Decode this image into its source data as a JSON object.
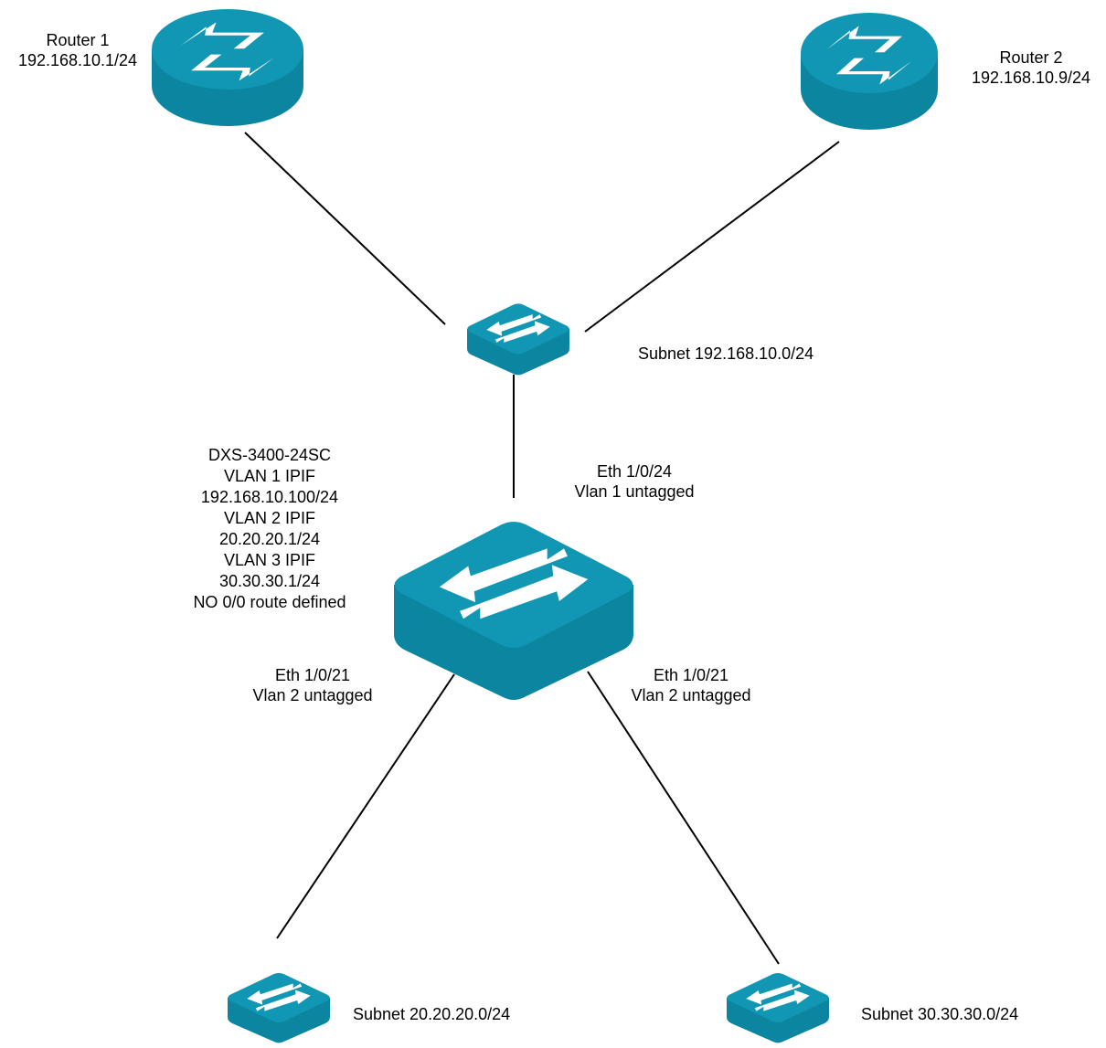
{
  "colors": {
    "device_top": "#1196b3",
    "device_side": "#0c85a1",
    "arrow": "#ffffff",
    "link": "#000000"
  },
  "router1": {
    "name": "Router 1",
    "ip": "192.168.10.1/24"
  },
  "router2": {
    "name": "Router 2",
    "ip": "192.168.10.9/24"
  },
  "top_switch": {
    "subnet": "Subnet 192.168.10.0/24"
  },
  "core_switch": {
    "lines": [
      "DXS-3400-24SC",
      "VLAN 1 IPIF",
      "192.168.10.100/24",
      "VLAN 2 IPIF",
      "20.20.20.1/24",
      "VLAN 3 IPIF",
      "30.30.30.1/24",
      "NO 0/0 route defined"
    ]
  },
  "uplink_port": {
    "port": "Eth 1/0/24",
    "vlan": "Vlan 1 untagged"
  },
  "left_port": {
    "port": "Eth 1/0/21",
    "vlan": "Vlan 2 untagged"
  },
  "right_port": {
    "port": "Eth 1/0/21",
    "vlan": "Vlan 2 untagged"
  },
  "left_switch": {
    "subnet": "Subnet 20.20.20.0/24"
  },
  "right_switch": {
    "subnet": "Subnet 30.30.30.0/24"
  }
}
